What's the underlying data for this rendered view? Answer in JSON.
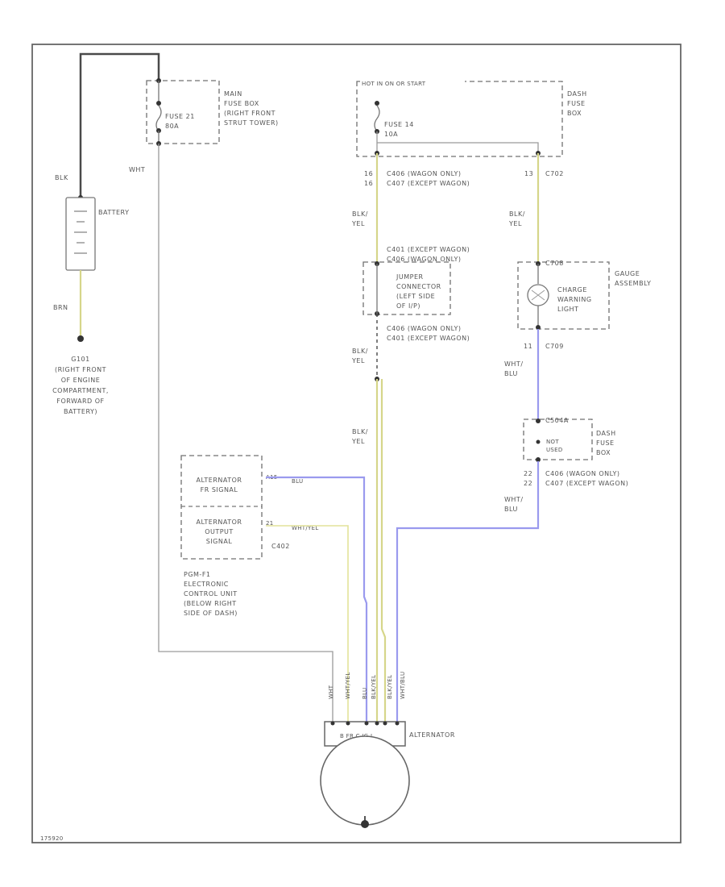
{
  "battery": {
    "label": "BATTERY",
    "top_wire": "BLK",
    "bottom_wire": "BRN",
    "ground_id": "G101",
    "ground_location": [
      "(RIGHT FRONT",
      "OF ENGINE",
      "COMPARTMENT,",
      "FORWARD OF",
      "BATTERY)"
    ]
  },
  "main_fuse_box": {
    "lines": [
      "MAIN",
      "FUSE BOX",
      "(RIGHT FRONT",
      "STRUT TOWER)"
    ],
    "fuse_name": "FUSE 21",
    "fuse_rating": "80A",
    "out_wire": "WHT"
  },
  "dash_fuse_box_top": {
    "hot_label": "HOT IN ON OR START",
    "lines": [
      "DASH",
      "FUSE",
      "BOX"
    ],
    "fuse_name": "FUSE 14",
    "fuse_rating": "10A",
    "left_pins": [
      "16",
      "16"
    ],
    "left_conn": [
      "C406 (WAGON ONLY)",
      "C407 (EXCEPT WAGON)"
    ],
    "right_pin": "13",
    "right_conn": "C702"
  },
  "left_chain": {
    "wire1": [
      "BLK/",
      "YEL"
    ],
    "conn1": [
      "C401 (EXCEPT WAGON)",
      "C406 (WAGON ONLY)"
    ],
    "jumper": [
      "JUMPER",
      "CONNECTOR",
      "(LEFT SIDE",
      "OF I/P)"
    ],
    "conn2": [
      "C406 (WAGON ONLY)",
      "C401 (EXCEPT WAGON)"
    ],
    "wire2": [
      "BLK/",
      "YEL"
    ],
    "wire3": [
      "BLK/",
      "YEL"
    ]
  },
  "gauge": {
    "wire_in": [
      "BLK/",
      "YEL"
    ],
    "conn_in": "C708",
    "lines": [
      "GAUGE",
      "ASSEMBLY"
    ],
    "lamp": [
      "CHARGE",
      "WARNING",
      "LIGHT"
    ],
    "pin_out": "11",
    "conn_out": "C709",
    "wire_out": [
      "WHT/",
      "BLU"
    ]
  },
  "dash_fuse_box_bottom": {
    "conn_top": "C504A",
    "not_used": [
      "NOT",
      "USED"
    ],
    "lines": [
      "DASH",
      "FUSE",
      "BOX"
    ],
    "pins": [
      "22",
      "22"
    ],
    "conn": [
      "C406 (WAGON ONLY)",
      "C407 (EXCEPT WAGON)"
    ],
    "wire_out": [
      "WHT/",
      "BLU"
    ]
  },
  "ecu": {
    "in_label": [
      "ALTERNATOR",
      "FR SIGNAL"
    ],
    "out_label": [
      "ALTERNATOR",
      "OUTPUT",
      "SIGNAL"
    ],
    "pin_fr": "A15",
    "wire_fr": "BLU",
    "pin_out": "21",
    "wire_out": "WHT/YEL",
    "conn": "C402",
    "name": [
      "PGM-F1",
      "ELECTRONIC",
      "CONTROL UNIT",
      "(BELOW RIGHT",
      "SIDE OF DASH)"
    ]
  },
  "alternator": {
    "label": "ALTERNATOR",
    "terminal_wires": [
      "WHT",
      "WHT/YEL",
      "BLU",
      "BLK/YEL",
      "BLK/YEL",
      "WHT/BLU"
    ],
    "terminals": "B FR C IG L"
  },
  "footer_code": "175920",
  "colors": {
    "black_wire": "#4a4a4a",
    "white_wire": "#9a9a9a",
    "yellow_wire": "#d6d68a",
    "blue_wire": "#9a9aee"
  }
}
